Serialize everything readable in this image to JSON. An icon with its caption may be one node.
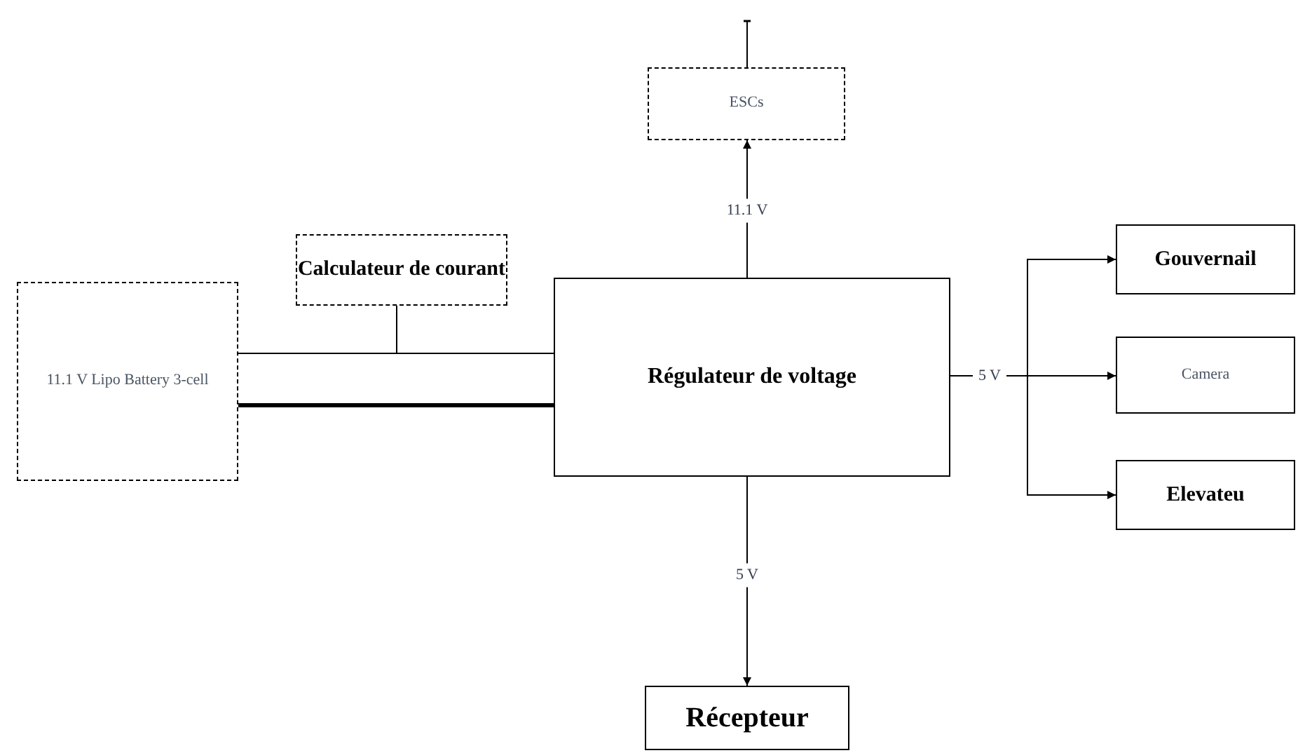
{
  "diagram": {
    "nodes": [
      {
        "text": [
          "ESCs"
        ]
      },
      {
        "text": [
          "Calculateur de courant"
        ]
      },
      {
        "text": [
          "11.1 V Lipo Battery 3-cell"
        ]
      },
      {
        "text": [
          "Régulateur de voltage"
        ]
      },
      {
        "text": [
          "Gouvernail"
        ]
      },
      {
        "text": [
          "Camera"
        ]
      },
      {
        "text": [
          "Elevateu"
        ]
      },
      {
        "text": [
          "Récepteur"
        ]
      }
    ],
    "edges": [
      {
        "from": 3,
        "to": 0,
        "arrow": "to",
        "label": "11.1 V"
      },
      {
        "from": 0,
        "to": null,
        "arrow": "other"
      },
      {
        "from": 2,
        "to": 3,
        "arrow": "none"
      },
      {
        "from": 2,
        "to": 3,
        "arrow": "none",
        "style": "thick"
      },
      {
        "from": 1,
        "to": 2,
        "arrow": "none"
      },
      {
        "from": 3,
        "to": 4,
        "arrow": "to"
      },
      {
        "from": 3,
        "to": 5,
        "arrow": "to",
        "label": "5 V"
      },
      {
        "from": 3,
        "to": 6,
        "arrow": "to"
      },
      {
        "from": 3,
        "to": 7,
        "arrow": "to",
        "label": "5 V"
      }
    ]
  }
}
